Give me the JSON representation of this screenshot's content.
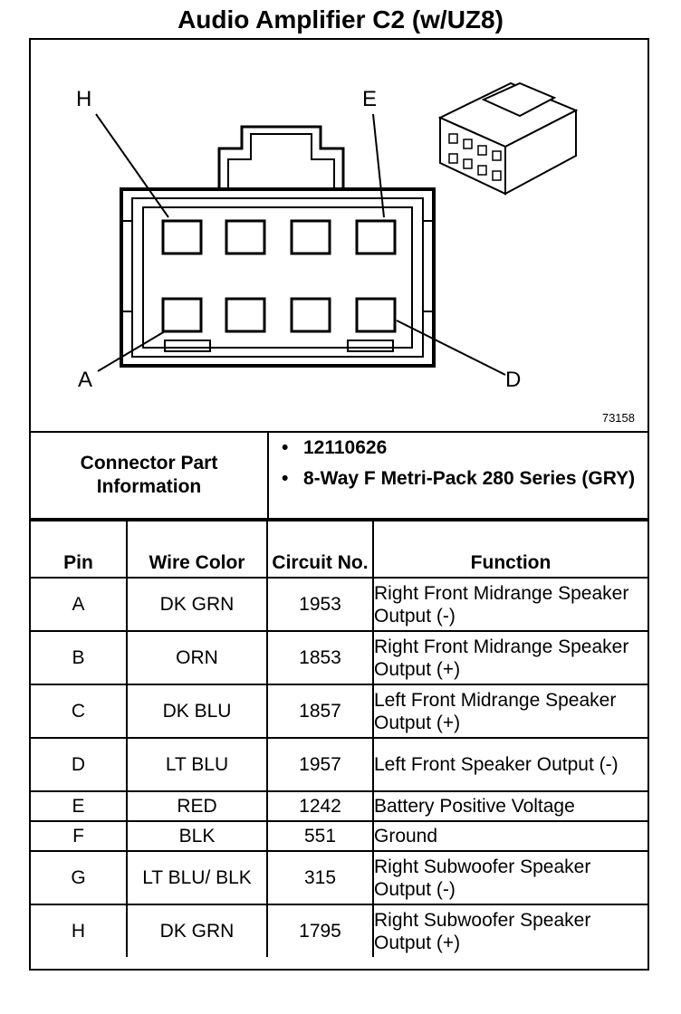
{
  "title": "Audio Amplifier C2 (w/UZ8)",
  "diagram": {
    "pin_labels": {
      "H": "H",
      "E": "E",
      "A": "A",
      "D": "D"
    },
    "figure_number": "73158"
  },
  "connector_info": {
    "label": "Connector Part Information",
    "items": [
      "12110626",
      "8-Way F Metri-Pack 280 Series (GRY)"
    ]
  },
  "table": {
    "headers": {
      "pin": "Pin",
      "wire_color": "Wire Color",
      "circuit_no": "Circuit No.",
      "function": "Function"
    },
    "rows": [
      {
        "pin": "A",
        "wire_color": "DK GRN",
        "circuit": "1953",
        "function": "Right Front Midrange Speaker Output (-)"
      },
      {
        "pin": "B",
        "wire_color": "ORN",
        "circuit": "1853",
        "function": "Right Front Midrange Speaker Output (+)"
      },
      {
        "pin": "C",
        "wire_color": "DK BLU",
        "circuit": "1857",
        "function": "Left Front Midrange Speaker Output (+)"
      },
      {
        "pin": "D",
        "wire_color": "LT BLU",
        "circuit": "1957",
        "function": "Left Front Speaker Output (-)"
      },
      {
        "pin": "E",
        "wire_color": "RED",
        "circuit": "1242",
        "function": "Battery Positive Voltage"
      },
      {
        "pin": "F",
        "wire_color": "BLK",
        "circuit": "551",
        "function": "Ground"
      },
      {
        "pin": "G",
        "wire_color": "LT BLU/ BLK",
        "circuit": "315",
        "function": "Right Subwoofer Speaker Output (-)"
      },
      {
        "pin": "H",
        "wire_color": "DK GRN",
        "circuit": "1795",
        "function": "Right Subwoofer Speaker Output (+)"
      }
    ]
  }
}
